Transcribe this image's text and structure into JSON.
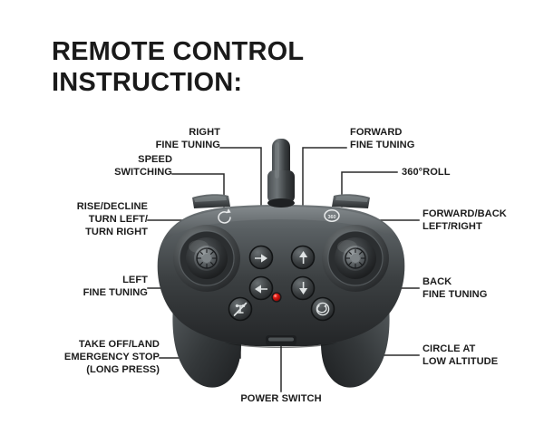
{
  "page": {
    "title_lines": [
      "REMOTE CONTROL",
      "INSTRUCTION:"
    ],
    "background_color": "#ffffff",
    "text_color": "#1c1c1c",
    "leader_line_color": "#2b2b2b",
    "led_color": "#d41410",
    "body_color_dark": "#2e3032",
    "body_color_light": "#7e8487"
  },
  "callouts": {
    "right_fine_tuning": {
      "lines": [
        "RIGHT",
        "FINE TUNING"
      ]
    },
    "speed_switching": {
      "lines": [
        "SPEED",
        "SWITCHING"
      ]
    },
    "rise_decline": {
      "lines": [
        "RISE/DECLINE",
        "TURN LEFT/",
        "TURN RIGHT"
      ]
    },
    "left_fine_tuning": {
      "lines": [
        "LEFT",
        "FINE TUNING"
      ]
    },
    "take_off_land": {
      "lines": [
        "TAKE OFF/LAND",
        "EMERGENCY STOP",
        "(LONG PRESS)"
      ]
    },
    "forward_fine_tuning": {
      "lines": [
        "FORWARD",
        "FINE TUNING"
      ]
    },
    "roll_360": {
      "lines": [
        "360°ROLL"
      ]
    },
    "forward_back": {
      "lines": [
        "FORWARD/BACK",
        "LEFT/RIGHT"
      ]
    },
    "back_fine_tuning": {
      "lines": [
        "BACK",
        "FINE TUNING"
      ]
    },
    "circle_low_altitude": {
      "lines": [
        "CIRCLE AT",
        "LOW ALTITUDE"
      ]
    },
    "power_switch": {
      "lines": [
        "POWER SWITCH"
      ]
    }
  },
  "device": {
    "name": "drone-remote-controller",
    "controls": {
      "left_joystick": "rise-decline-turn-left-right",
      "right_joystick": "forward-back-left-right",
      "trim_right": "right-fine-tuning",
      "trim_forward": "forward-fine-tuning",
      "trim_left": "left-fine-tuning",
      "trim_back": "back-fine-tuning",
      "shoulder_left": "speed-switching",
      "shoulder_right": "360-roll",
      "button_takeoff": "take-off-land-emergency-stop",
      "button_circle": "circle-at-low-altitude",
      "power_switch": "power-switch",
      "led": "status-led",
      "antenna": "antenna"
    }
  }
}
